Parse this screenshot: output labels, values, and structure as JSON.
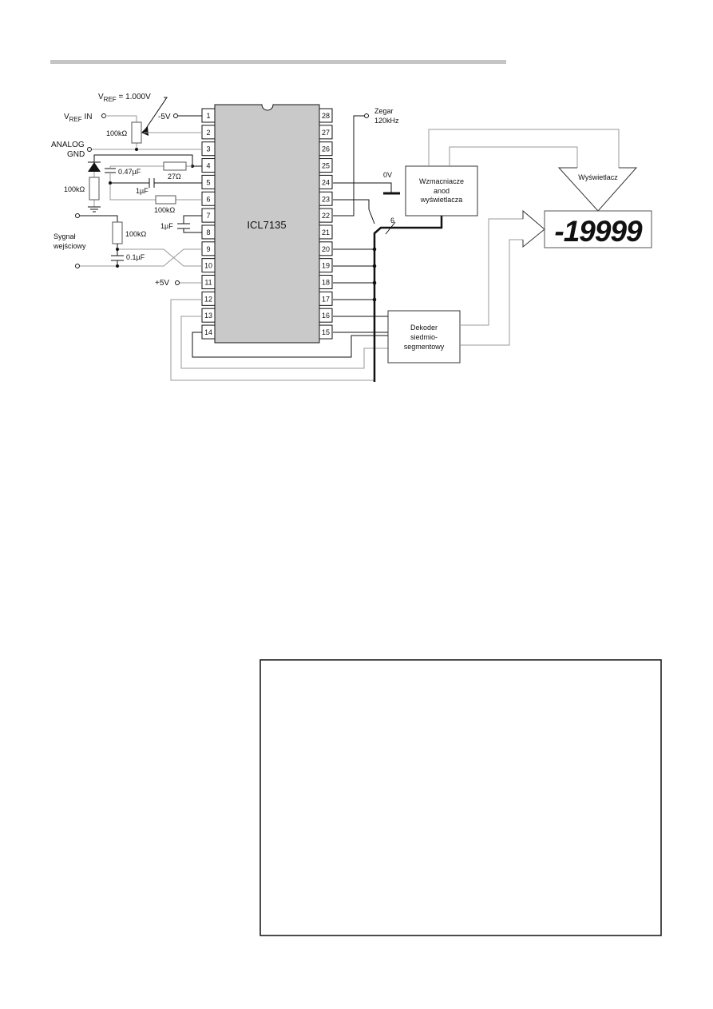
{
  "chip": {
    "name": "ICL7135",
    "left_pins": [
      "1",
      "2",
      "3",
      "4",
      "5",
      "6",
      "7",
      "8",
      "9",
      "10",
      "11",
      "12",
      "13",
      "14"
    ],
    "right_pins": [
      "28",
      "27",
      "26",
      "25",
      "24",
      "23",
      "22",
      "21",
      "20",
      "19",
      "18",
      "17",
      "16",
      "15"
    ]
  },
  "labels": {
    "vref_value": "V",
    "vref_value_sub": "REF",
    "vref_value_rest": " = 1.000V",
    "vref_in": "V",
    "vref_in_sub": "REF",
    "vref_in_rest": " IN",
    "pot": "100kΩ",
    "analog": "ANALOG",
    "gnd": "GND",
    "minus5v": "-5V",
    "c047": "0.47µF",
    "r27": "27Ω",
    "c1a": "1µF",
    "r100b": "100kΩ",
    "r100a": "100kΩ",
    "c1b": "1µF",
    "r100c": "100kΩ",
    "c01": "0.1µF",
    "signal1": "Sygnał",
    "signal2": "wejściowy",
    "plus5v": "+5V",
    "clock1": "Zegar",
    "clock2": "120kHz",
    "zero_v": "0V",
    "bus_count": "6",
    "amp1": "Wzmacniacze",
    "amp2": "anod",
    "amp3": "wyświetlacza",
    "dec1": "Dekoder",
    "dec2": "siedmio-",
    "dec3": "segmentowy",
    "display_label": "Wyświetlacz",
    "display_value": "-19999"
  }
}
